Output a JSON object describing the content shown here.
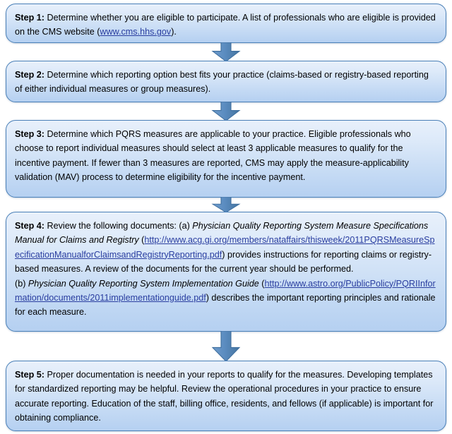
{
  "theme": {
    "box_border": "#4a80b8",
    "box_fill_top": "#e8f0fb",
    "box_fill_bottom": "#b5d0f1",
    "arrow_fill": "#5b8cc0",
    "arrow_border": "#3f6f9f",
    "link_color": "#2a3ea0",
    "text_color": "#000000",
    "page_background": "#ffffff"
  },
  "flowchart": {
    "orientation": "vertical",
    "step_count": 5,
    "arrow_count": 4,
    "arrow_icon": "arrow-down-icon",
    "steps": [
      {
        "id": "step-1",
        "label": "Step 1:",
        "text_before": " Determine whether you are eligible to participate. A list of professionals who are eligible is provided on the CMS website (",
        "link": "www.cms.hhs.gov",
        "text_after": ")."
      },
      {
        "id": "step-2",
        "label": "Step 2:",
        "text": " Determine which reporting option best fits your practice (claims-based or registry-based reporting of either individual measures or group measures)."
      },
      {
        "id": "step-3",
        "label": "Step 3:",
        "text": " Determine which PQRS measures are applicable to your practice. Eligible professionals who choose to report individual measures should select at least 3 applicable measures to qualify for the incentive payment. If fewer than 3 measures are reported, CMS may apply the measure-applicability validation (MAV) process to determine eligibility for the incentive payment."
      },
      {
        "id": "step-4",
        "label": "Step 4:",
        "intro": " Review the following documents: (a) ",
        "doc_a_title": "Physician Quality Reporting System Measure Specifications Manual for Claims and Registry",
        "doc_a_open_paren": " (",
        "doc_a_link": "http://www.acg.gi.org/members/nataffairs/thisweek/2011PQRSMeasureSpecificationManualforClaimsandRegistryReporting.pdf",
        "doc_a_after": ") provides instructions for reporting claims or registry-based measures. A review of the documents for the current year should be performed.",
        "doc_b_prefix": "(b) ",
        "doc_b_title": "Physician Quality Reporting System Implementation Guide",
        "doc_b_open_paren": " (",
        "doc_b_link": "http://www.astro.org/PublicPolicy/PQRIInformation/documents/2011implementationguide.pdf",
        "doc_b_after": ") describes the important reporting principles and rationale for each measure."
      },
      {
        "id": "step-5",
        "label": "Step 5:",
        "text": " Proper documentation is needed in your reports to qualify for the measures.  Developing templates for standardized reporting may be helpful. Review the operational procedures in your practice to ensure accurate reporting.  Education of the staff, billing office, residents, and fellows (if applicable) is important for obtaining compliance."
      }
    ]
  }
}
